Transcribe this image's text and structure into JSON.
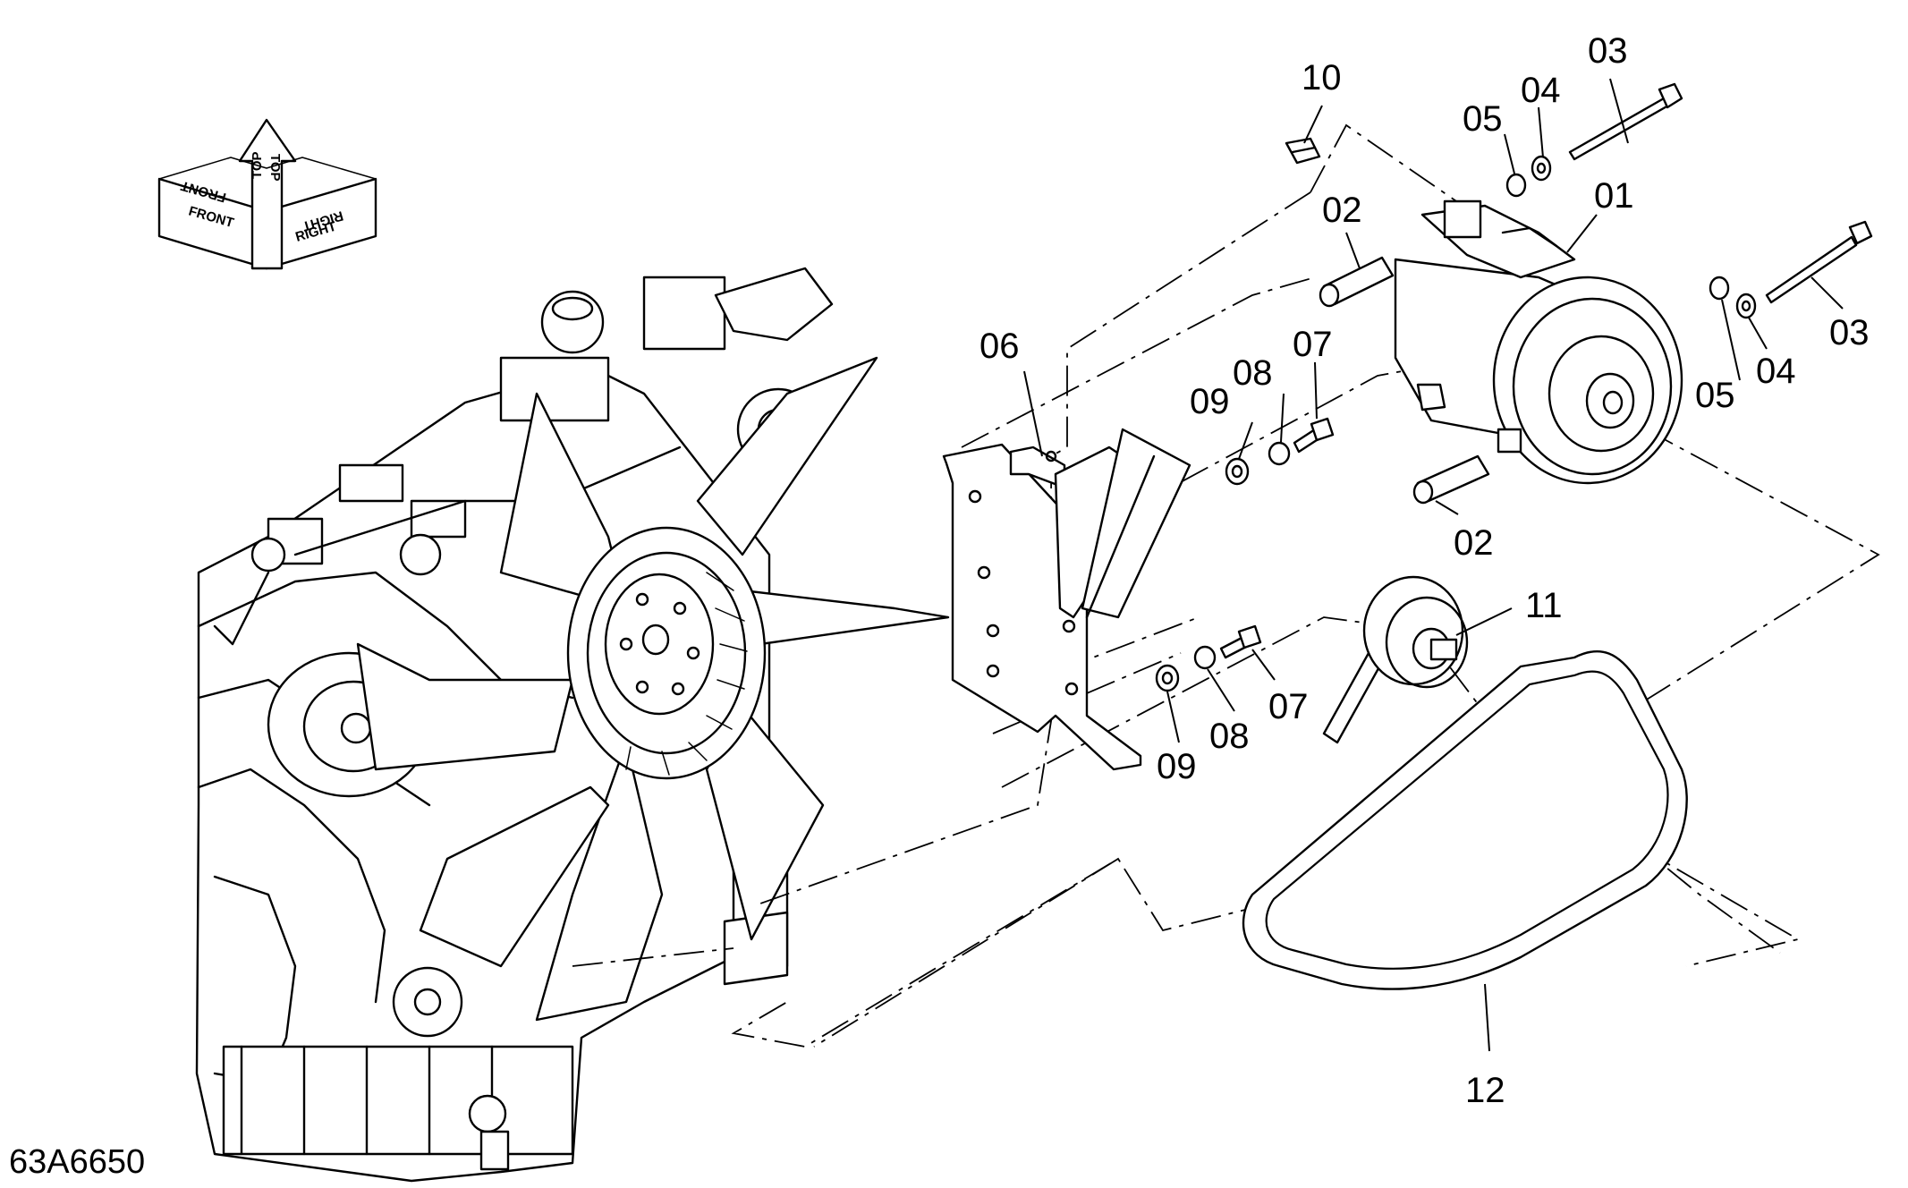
{
  "drawing_id": "63A6650",
  "orientation_indicator": {
    "front": "FRONT",
    "top": "TOP",
    "right": "RIGHT"
  },
  "callouts": {
    "c01": "01",
    "c02a": "02",
    "c02b": "02",
    "c03a": "03",
    "c03b": "03",
    "c04a": "04",
    "c04b": "04",
    "c05a": "05",
    "c05b": "05",
    "c06": "06",
    "c07a": "07",
    "c07b": "07",
    "c08a": "08",
    "c08b": "08",
    "c09a": "09",
    "c09b": "09",
    "c10": "10",
    "c11": "11",
    "c12": "12"
  }
}
